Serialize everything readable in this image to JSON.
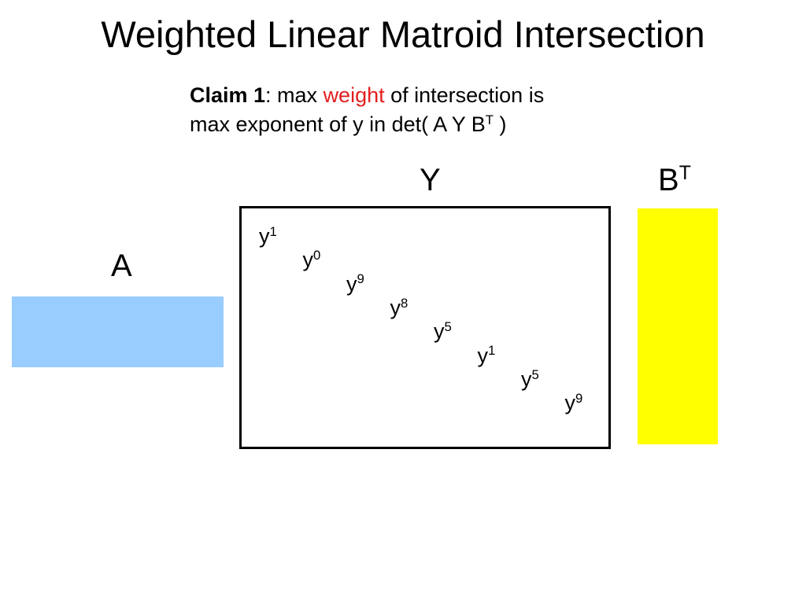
{
  "slide": {
    "title": "Weighted Linear Matroid Intersection",
    "claim": {
      "label": "Claim 1",
      "colon_text": ": max ",
      "highlight": "weight",
      "rest_line1": " of intersection is",
      "line2_text": "max exponent of y in det( A Y B",
      "line2_sup": "T",
      "line2_end": " )"
    },
    "labels": {
      "y": "Y",
      "bt_base": "B",
      "bt_sup": "T",
      "a": "A"
    },
    "diagonal_entries": [
      {
        "base": "y",
        "exponent": "1"
      },
      {
        "base": "y",
        "exponent": "0"
      },
      {
        "base": "y",
        "exponent": "9"
      },
      {
        "base": "y",
        "exponent": "8"
      },
      {
        "base": "y",
        "exponent": "5"
      },
      {
        "base": "y",
        "exponent": "1"
      },
      {
        "base": "y",
        "exponent": "5"
      },
      {
        "base": "y",
        "exponent": "9"
      }
    ],
    "colors": {
      "highlight": "#e31e1e",
      "matrix_a": "#99ccff",
      "matrix_bt": "#ffff00",
      "matrix_y_border": "#000000"
    }
  }
}
